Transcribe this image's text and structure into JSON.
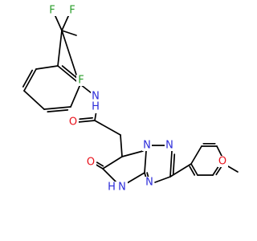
{
  "molecule": {
    "colors": {
      "carbon_bond": "#000000",
      "nitrogen": "#2b2bd9",
      "oxygen": "#e8101a",
      "fluorine": "#2a9d2a"
    },
    "atom_labels": {
      "f1": "F",
      "f2": "F",
      "f3": "F",
      "amide_n": "N",
      "amide_h": "H",
      "amide_o": "O",
      "ring_n1": "N",
      "ring_n2": "N",
      "ring_n3": "N",
      "imide_n": "N",
      "imide_h": "H",
      "ketone_o": "O",
      "methoxy_o": "O"
    }
  }
}
